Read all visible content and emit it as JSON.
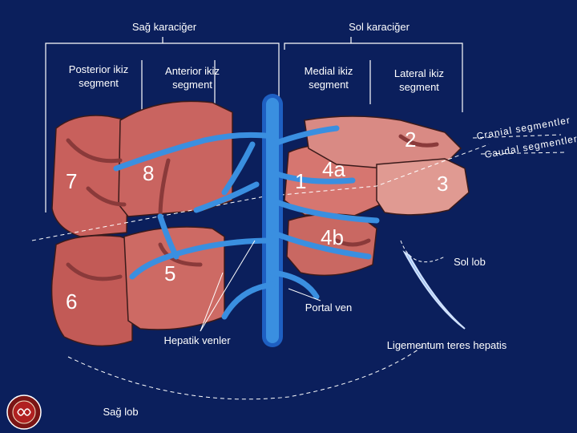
{
  "headers": {
    "right_liver": "Sağ karaciğer",
    "left_liver": "Sol karaciğer"
  },
  "segments": {
    "posterior": "Posterior ikiz\nsegment",
    "anterior": "Anterior ikiz\nsegment",
    "medial": "Medial ikiz\nsegment",
    "lateral": "Lateral ikiz\nsegment"
  },
  "side_labels": {
    "cranial": "Cranial segmentler",
    "caudal": "Caudal segmentler"
  },
  "segment_numbers": [
    "1",
    "2",
    "3",
    "4a",
    "4b",
    "5",
    "6",
    "7",
    "8"
  ],
  "annotations": {
    "left_lobe": "Sol lob",
    "portal_vein": "Portal ven",
    "hepatic_veins": "Hepatik venler",
    "ligamentum": "Ligementum teres hepatis",
    "right_lobe": "Sağ lob"
  },
  "colors": {
    "background": "#0b1f5c",
    "liver": "#c8605c",
    "liver_light": "#e39a90",
    "vessel": "#3a8fe0",
    "vessel_dark": "#1e5fc2",
    "inner_vessel": "#8a3a3a"
  },
  "logo": {
    "icon": "university-seal-icon"
  }
}
